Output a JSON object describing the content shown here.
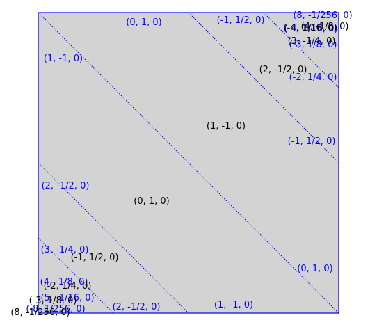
{
  "colors": {
    "background": "#d3d3d3",
    "boundary": "#0000ff",
    "dotted_lines": "#0000ff",
    "region_label": "#000000",
    "edge_label": "#0000ff"
  },
  "plot": {
    "type": "fundamental domain with dotted diagonal lines",
    "grid": false
  },
  "region_labels": [
    {
      "text": "(1, -1, 0)"
    },
    {
      "text": "(0, 1, 0)"
    },
    {
      "text": "(-1, 1/2, 0)"
    },
    {
      "text": "(2, -1/2, 0)"
    },
    {
      "text": "(-2, 1/4, 0)"
    },
    {
      "text": "(3, -1/4, 0)"
    },
    {
      "text": "(-3, 1/8, 0)"
    },
    {
      "text": "(4, -1/8, 0)"
    },
    {
      "text": "(-4, 1/16, 0)"
    },
    {
      "text": "(8, -1/256, 0)"
    }
  ],
  "edge_labels": [
    {
      "text": "(0, 1, 0)"
    },
    {
      "text": "(-1, 1/2, 0)"
    },
    {
      "text": "(1, -1, 0)"
    },
    {
      "text": "(-2, 1/4, 0)"
    },
    {
      "text": "(-1, 1/2, 0)"
    },
    {
      "text": "(2, -1/2, 0)"
    },
    {
      "text": "(-3, 1/8, 0)"
    },
    {
      "text": "(3, -1/4, 0)"
    },
    {
      "text": "(0, 1, 0)"
    },
    {
      "text": "(4, -1/8, 0)"
    },
    {
      "text": "(1, -1, 0)"
    },
    {
      "text": "(2, -1/2, 0)"
    },
    {
      "text": "(-4, 1/16, 0)"
    },
    {
      "text": "(5, -1/16, 0)"
    },
    {
      "text": "(8, -1/256, 0)"
    },
    {
      "text": "(-8, 1/256, 0)"
    }
  ]
}
